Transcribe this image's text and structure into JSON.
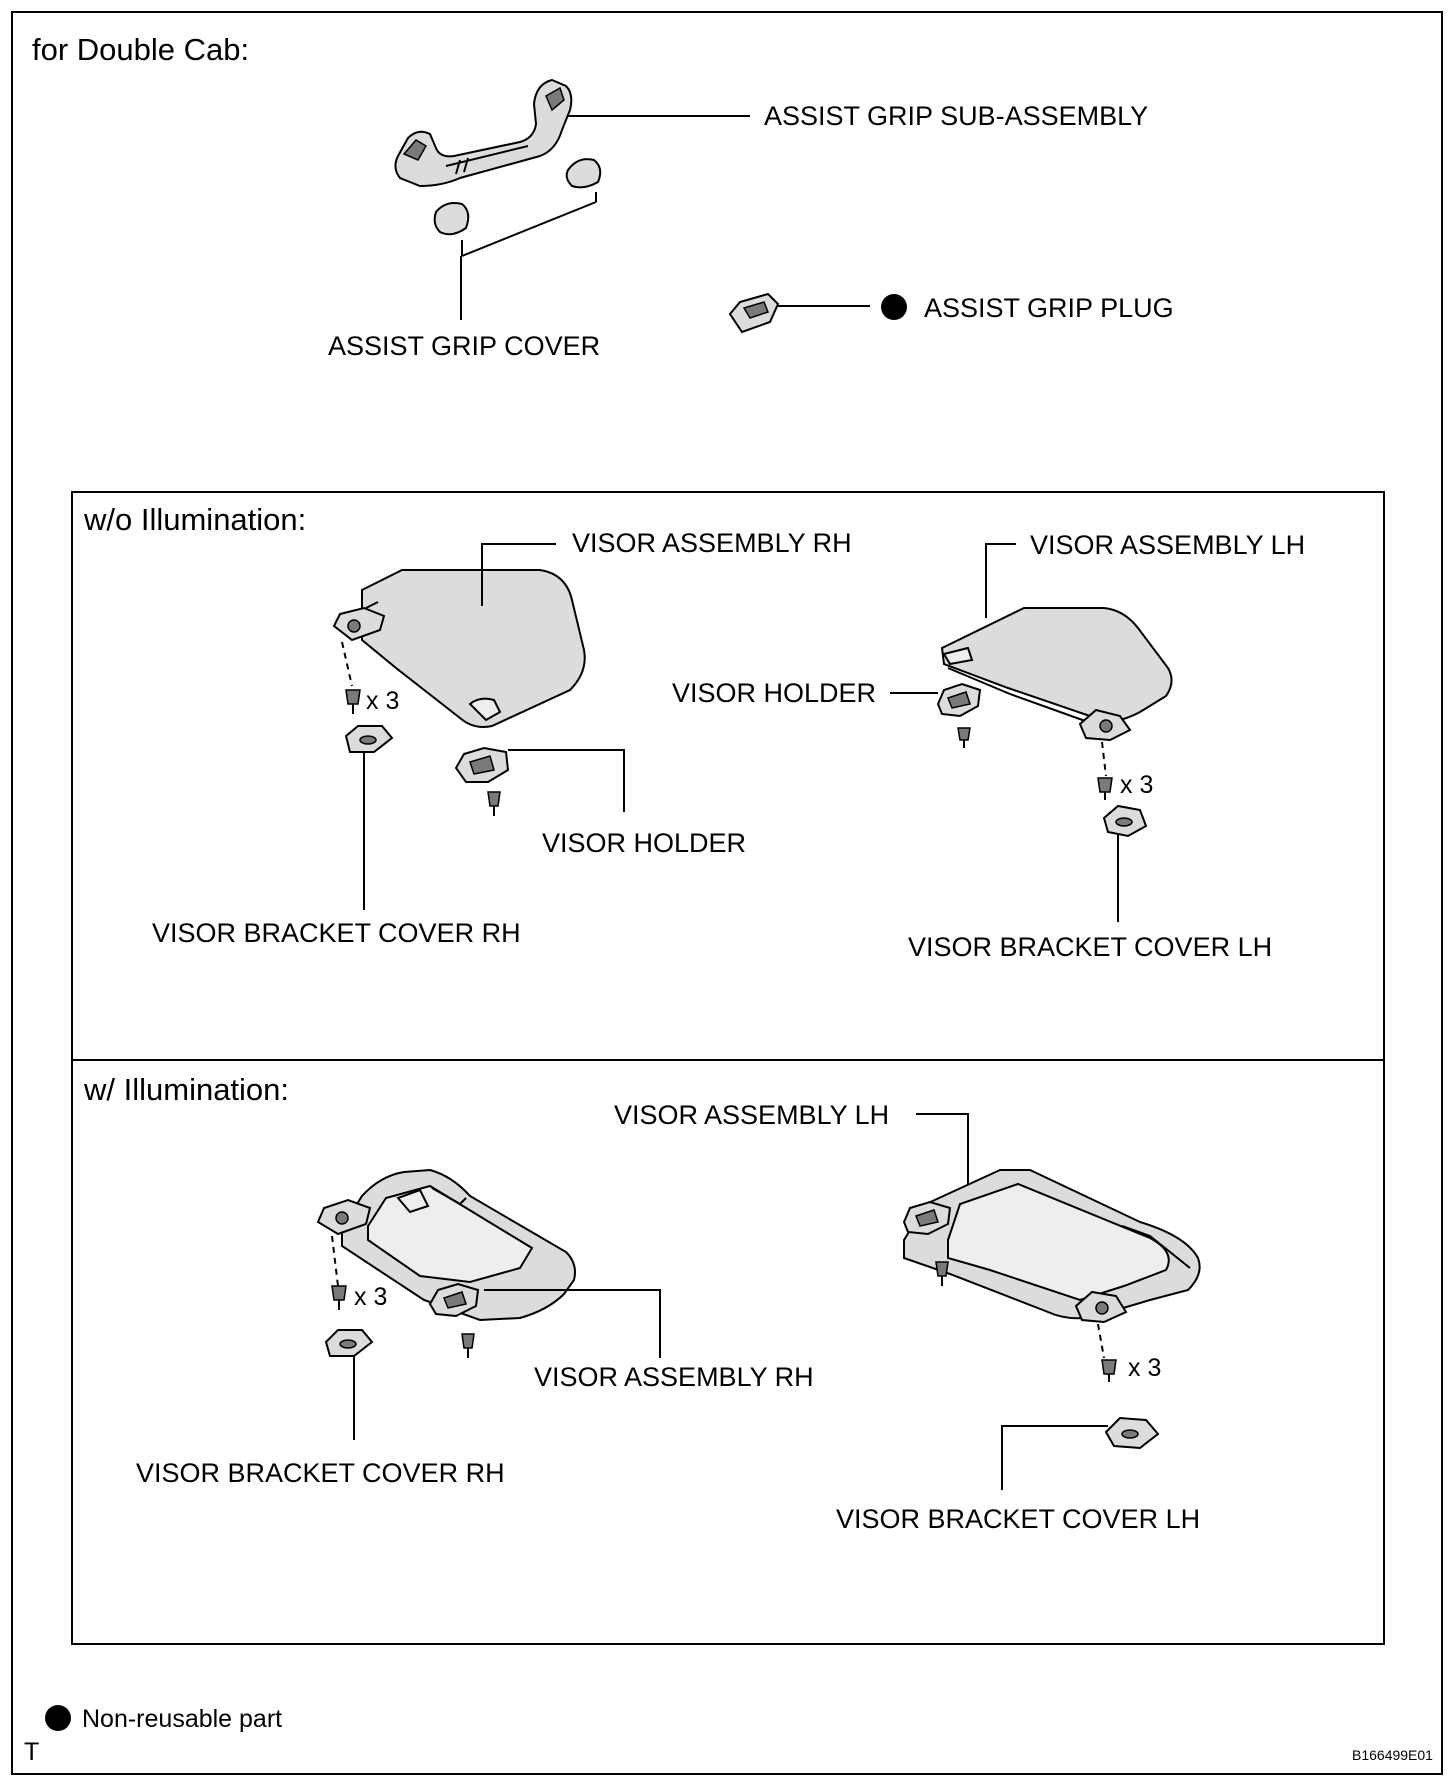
{
  "sections": {
    "double_cab": {
      "heading": "for Double Cab:",
      "labels": {
        "assist_grip_sub_assembly": "ASSIST GRIP SUB-ASSEMBLY",
        "assist_grip_cover": "ASSIST GRIP COVER",
        "assist_grip_plug": "ASSIST GRIP PLUG"
      }
    },
    "without_illumination": {
      "heading": "w/o Illumination:",
      "labels": {
        "visor_assembly_rh": "VISOR ASSEMBLY RH",
        "visor_assembly_lh": "VISOR ASSEMBLY LH",
        "visor_holder_left": "VISOR HOLDER",
        "visor_holder_right": "VISOR HOLDER",
        "visor_bracket_cover_rh": "VISOR BRACKET COVER RH",
        "visor_bracket_cover_lh": "VISOR BRACKET COVER LH",
        "qty_rh": "x 3",
        "qty_lh": "x 3"
      }
    },
    "with_illumination": {
      "heading": "w/ Illumination:",
      "labels": {
        "visor_assembly_lh": "VISOR ASSEMBLY LH",
        "visor_assembly_rh": "VISOR ASSEMBLY RH",
        "visor_bracket_cover_rh": "VISOR BRACKET COVER RH",
        "visor_bracket_cover_lh": "VISOR BRACKET COVER LH",
        "qty_rh": "x 3",
        "qty_lh": "x 3"
      }
    }
  },
  "legend": {
    "non_reusable": "Non-reusable part"
  },
  "footer": {
    "corner_mark": "T",
    "figure_code": "B166499E01"
  }
}
